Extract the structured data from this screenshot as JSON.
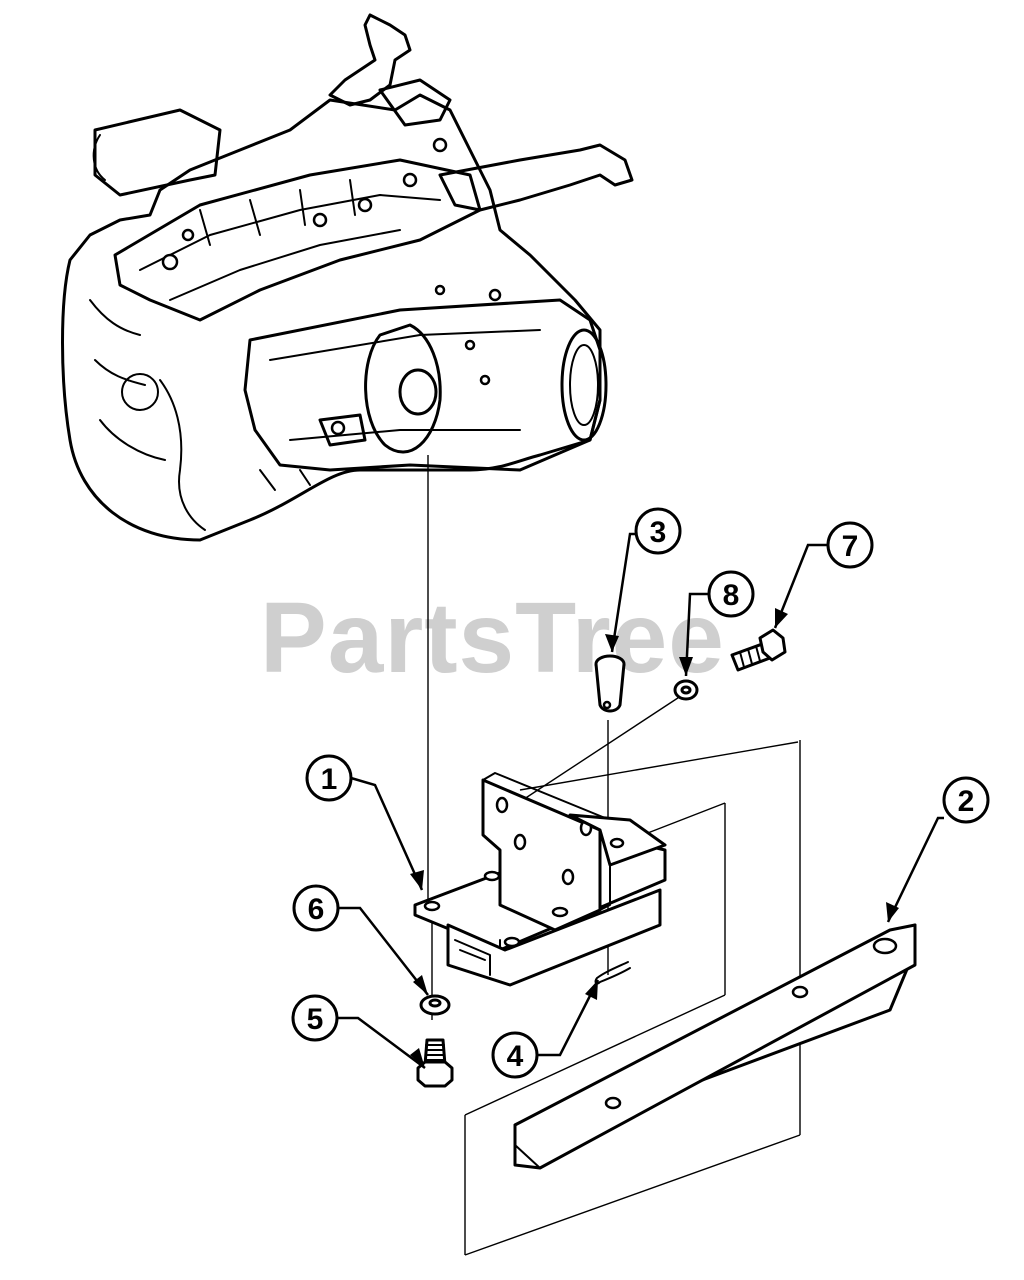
{
  "watermark": {
    "text": "PartsTree"
  },
  "callouts": [
    {
      "id": "callout-1",
      "label": "1"
    },
    {
      "id": "callout-2",
      "label": "2"
    },
    {
      "id": "callout-3",
      "label": "3"
    },
    {
      "id": "callout-4",
      "label": "4"
    },
    {
      "id": "callout-5",
      "label": "5"
    },
    {
      "id": "callout-6",
      "label": "6"
    },
    {
      "id": "callout-7",
      "label": "7"
    },
    {
      "id": "callout-8",
      "label": "8"
    }
  ],
  "colors": {
    "ink": "#000000",
    "watermark": "#cfcfcf",
    "background": "#ffffff"
  }
}
